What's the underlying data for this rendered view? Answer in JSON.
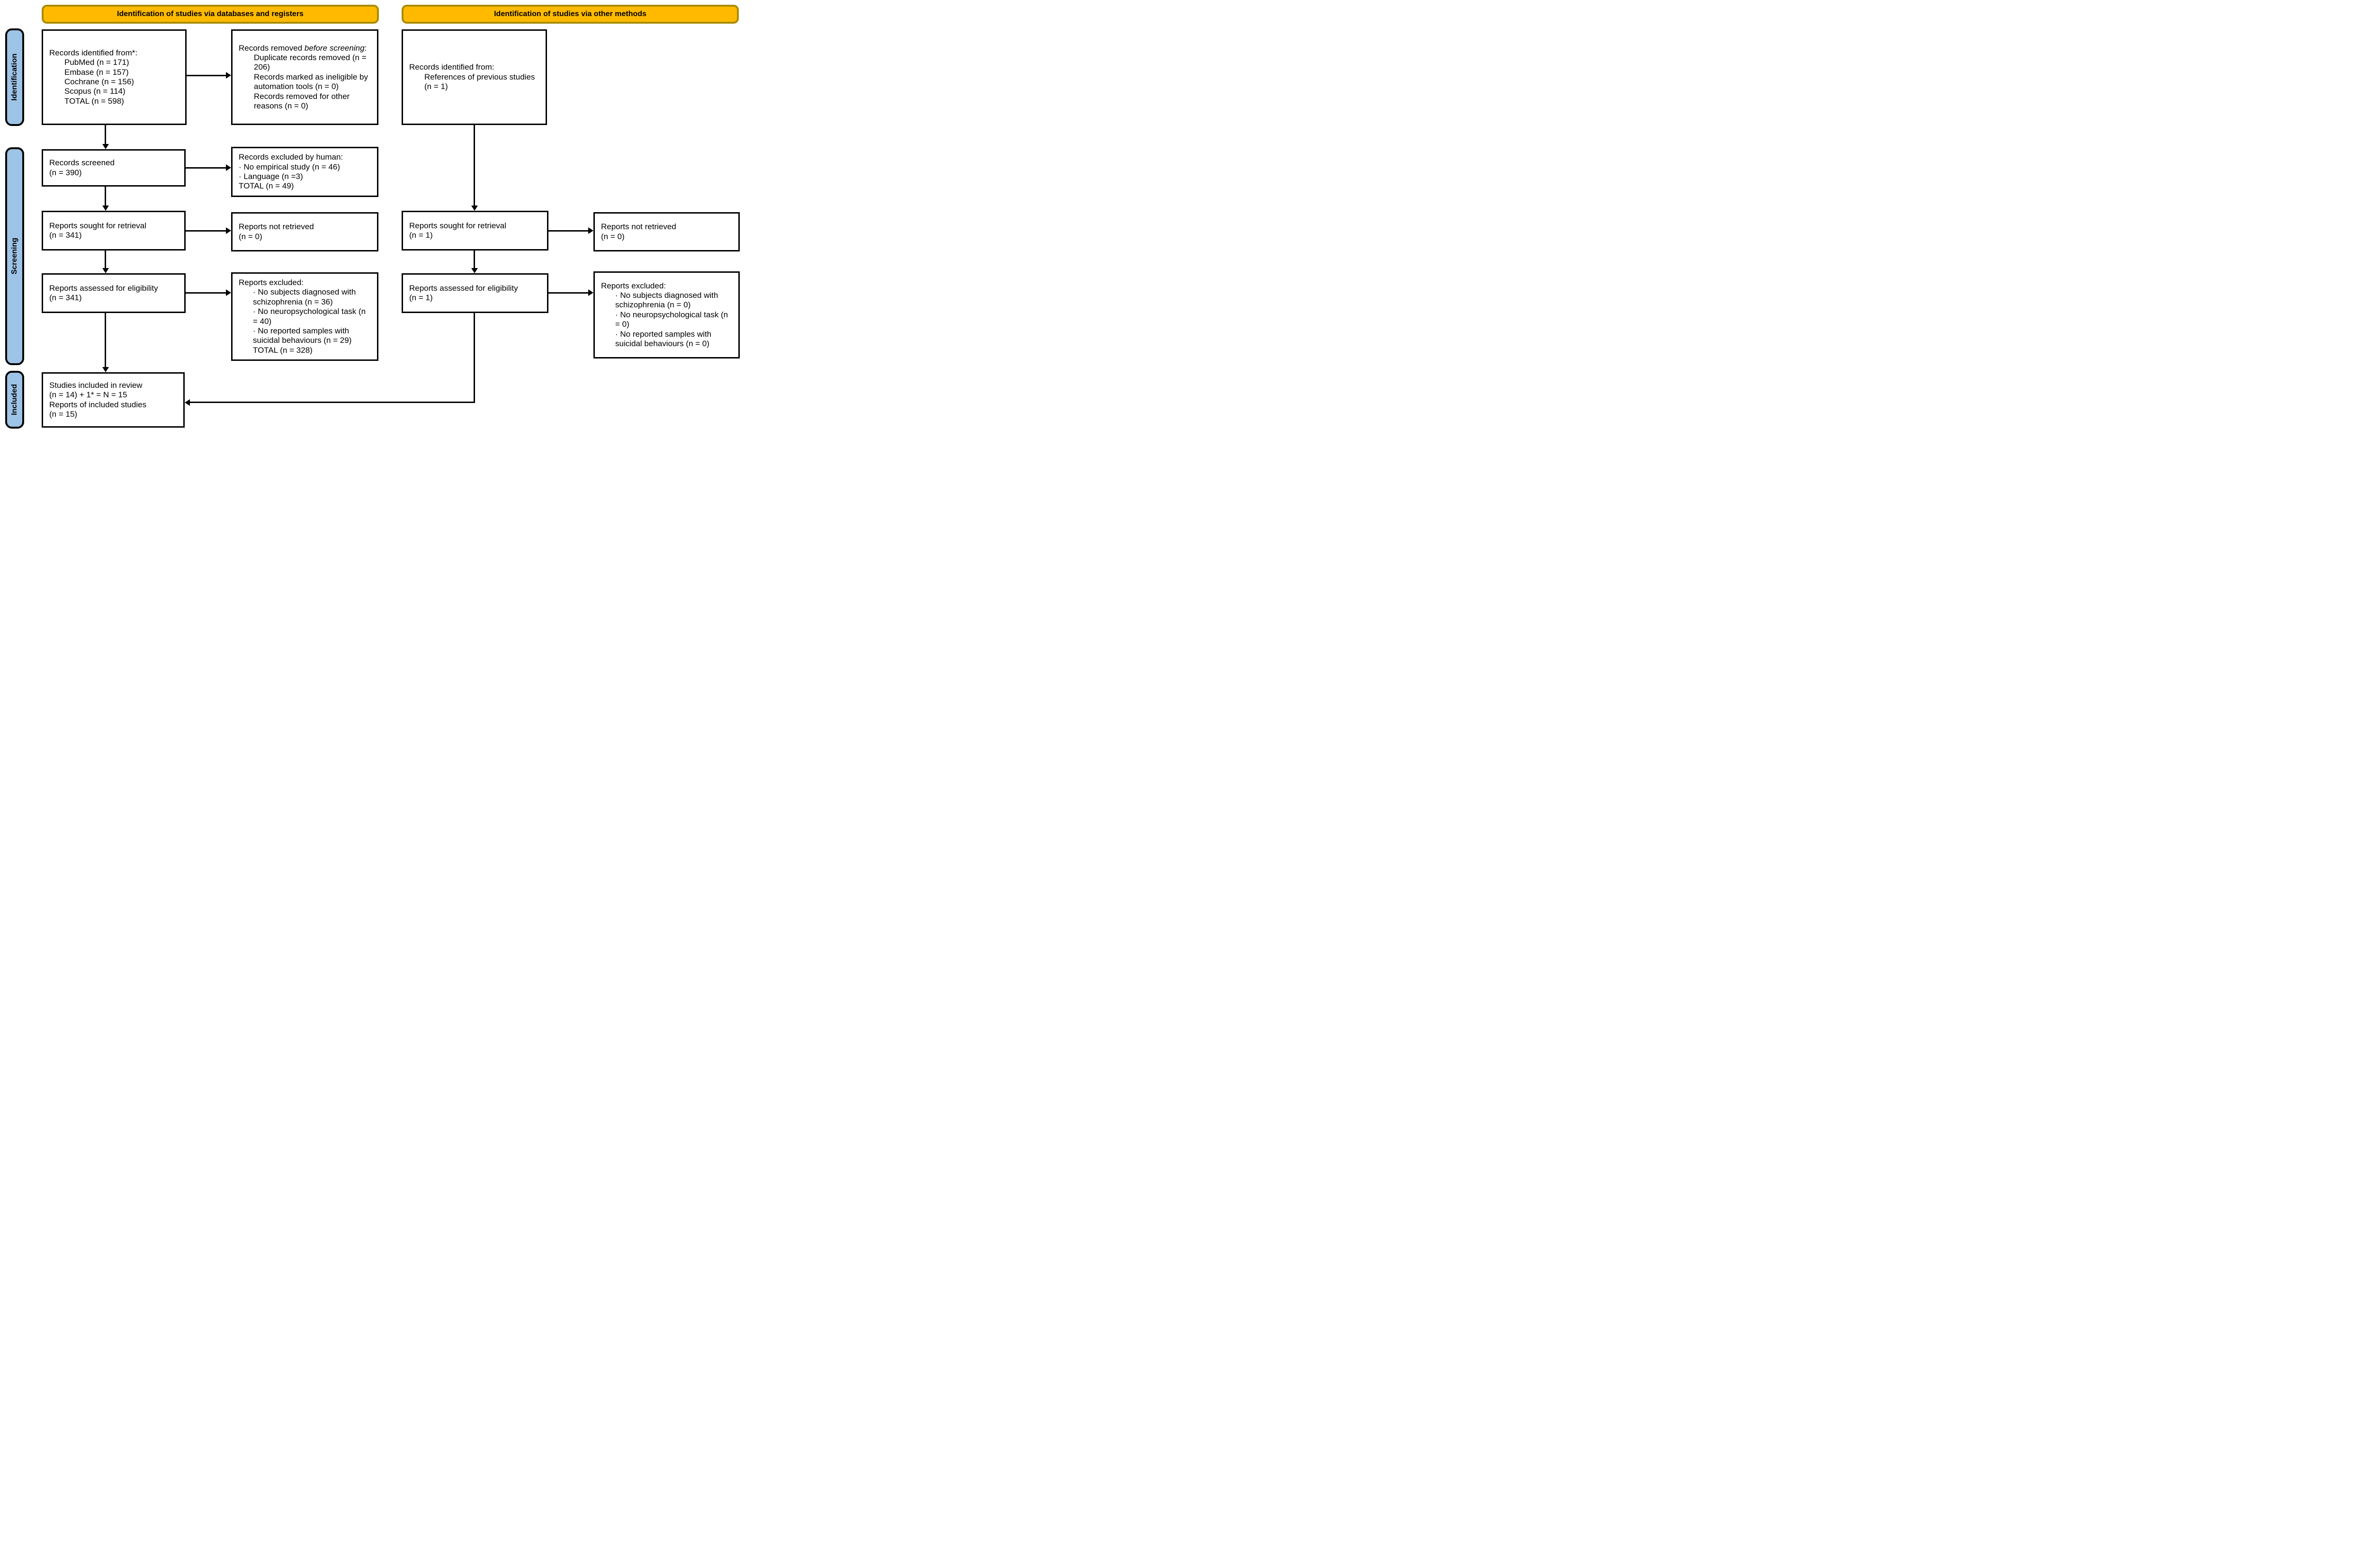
{
  "colors": {
    "banner_fill": "#FFBA00",
    "banner_border": "#A98C00",
    "sidebar_fill": "#9DC3E6",
    "box_border": "#000000"
  },
  "banners": {
    "left": "Identification of studies via databases and registers",
    "right": "Identification of studies via other methods"
  },
  "sidebar": {
    "identification": "Identification",
    "screening": "Screening",
    "included": "Included"
  },
  "boxes": {
    "records_identified_db": {
      "title": "Records identified from*:",
      "items": [
        "PubMed (n = 171)",
        "Embase (n = 157)",
        "Cochrane (n = 156)",
        "Scopus (n = 114)",
        "TOTAL (n = 598)"
      ]
    },
    "records_removed": {
      "title_pre": "Records removed ",
      "title_italic": "before screening",
      "title_post": ":",
      "items": [
        "Duplicate records removed (n = 206)",
        "Records marked as ineligible by automation tools (n = 0)",
        "Records removed for other reasons (n = 0)"
      ]
    },
    "records_identified_other": {
      "title": "Records identified from:",
      "items": [
        "References of previous studies (n = 1)"
      ]
    },
    "records_screened": {
      "lines": [
        "Records screened",
        "(n = 390)"
      ]
    },
    "records_excluded": {
      "title": "Records excluded by human:",
      "items": [
        "· No empirical study (n = 46)",
        "· Language (n =3)"
      ],
      "total": "TOTAL (n = 49)"
    },
    "reports_sought_db": {
      "lines": [
        "Reports sought for retrieval",
        "(n = 341)"
      ]
    },
    "reports_not_retrieved_db": {
      "lines": [
        "Reports not retrieved",
        "(n = 0)"
      ]
    },
    "reports_sought_other": {
      "lines": [
        "Reports sought for retrieval",
        "(n = 1)"
      ]
    },
    "reports_not_retrieved_other": {
      "lines": [
        "Reports not retrieved",
        "(n = 0)"
      ]
    },
    "reports_assessed_db": {
      "lines": [
        "Reports assessed for eligibility",
        "(n = 341)"
      ]
    },
    "reports_excluded_db": {
      "title": "Reports excluded:",
      "items": [
        "· No subjects diagnosed with schizophrenia (n = 36)",
        "· No neuropsychological task (n = 40)",
        "· No reported samples with suicidal behaviours (n = 29)"
      ],
      "total": "TOTAL (n = 328)"
    },
    "reports_assessed_other": {
      "lines": [
        "Reports assessed for eligibility",
        "(n = 1)"
      ]
    },
    "reports_excluded_other": {
      "title": "Reports excluded:",
      "items": [
        "· No subjects diagnosed with schizophrenia (n = 0)",
        "· No neuropsychological task (n = 0)",
        "· No reported samples with suicidal behaviours (n = 0)"
      ]
    },
    "studies_included": {
      "lines": [
        "Studies included in review",
        "(n = 14) + 1* = N = 15",
        "Reports of included studies",
        "(n = 15)"
      ]
    }
  }
}
